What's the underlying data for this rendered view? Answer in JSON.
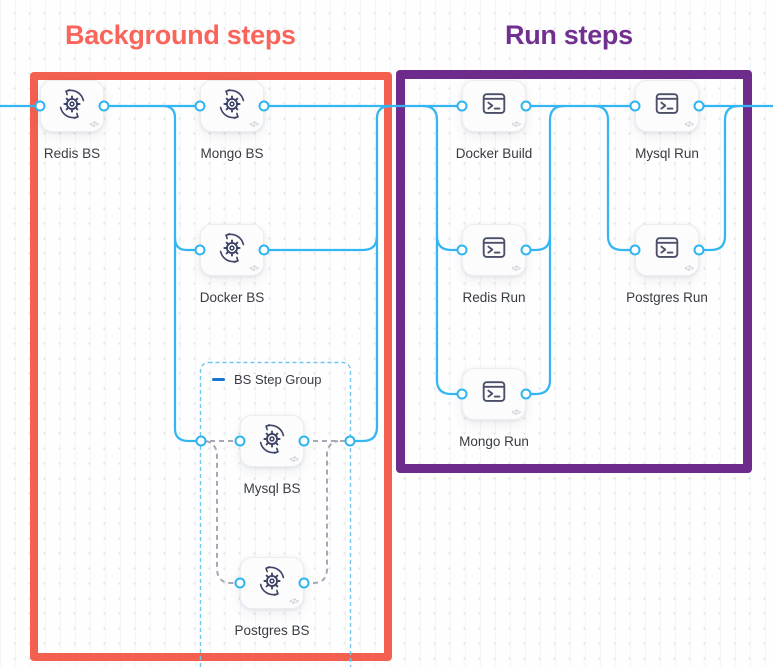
{
  "titles": {
    "background": "Background steps",
    "run": "Run steps"
  },
  "group": {
    "label": "BS Step Group"
  },
  "nodes": {
    "redis_bs": {
      "label": "Redis BS"
    },
    "mongo_bs": {
      "label": "Mongo BS"
    },
    "docker_bs": {
      "label": "Docker BS"
    },
    "mysql_bs": {
      "label": "Mysql BS"
    },
    "postgres_bs": {
      "label": "Postgres BS"
    },
    "docker_build": {
      "label": "Docker Build"
    },
    "mysql_run": {
      "label": "Mysql Run"
    },
    "redis_run": {
      "label": "Redis Run"
    },
    "postgres_run": {
      "label": "Postgres Run"
    },
    "mongo_run": {
      "label": "Mongo Run"
    }
  },
  "icons": {
    "bs": "sync-gear-icon",
    "run": "terminal-icon",
    "code_badge": "</>"
  },
  "colors": {
    "edge": "#33b6f1",
    "background_box": "#f4604f",
    "run_box": "#6d2b8b",
    "background_title": "#f9655b",
    "run_title": "#71308f",
    "group_border": "#72c7ee",
    "dashed_edge": "#a7a8b4",
    "label_text": "#3a3b43"
  }
}
